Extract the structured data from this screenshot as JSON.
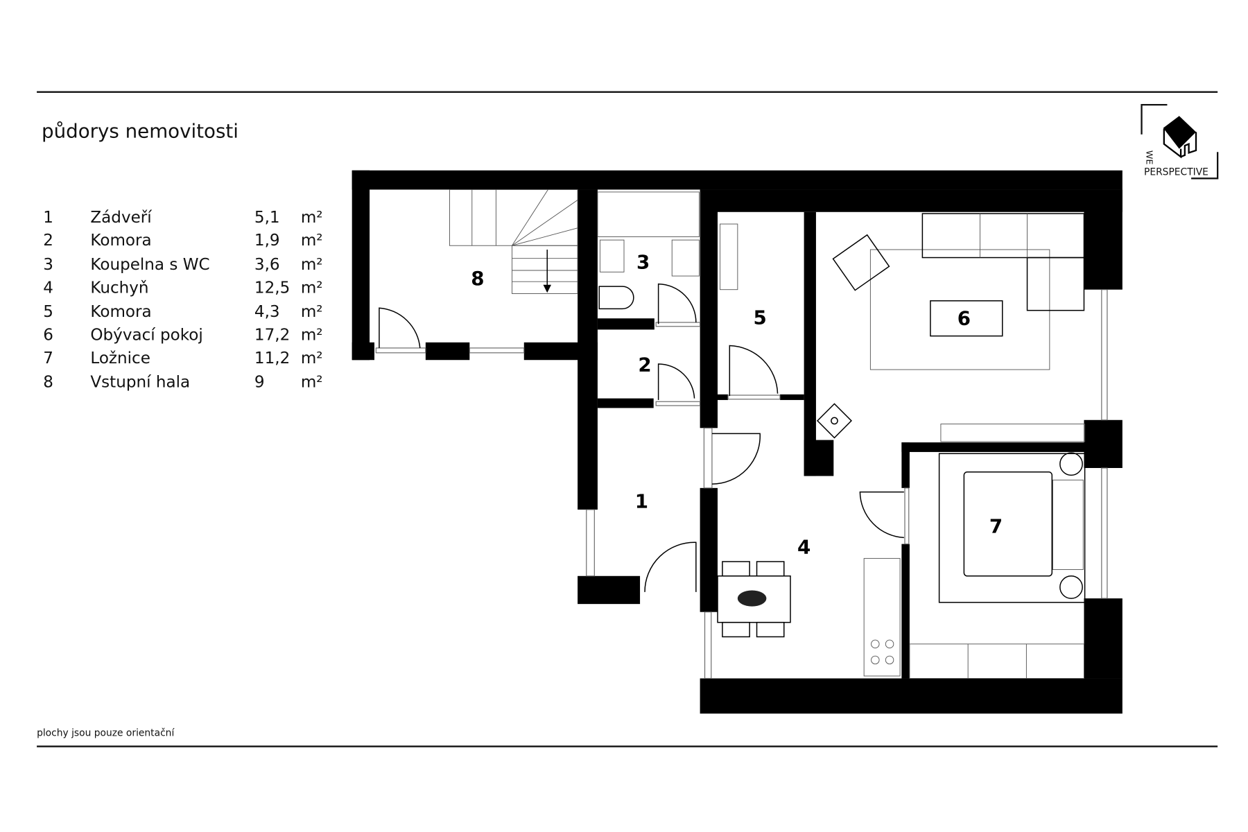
{
  "title": "půdorys nemovitosti",
  "footnote": "plochy jsou pouze orientační",
  "logo": {
    "text_top": "WE",
    "text_bottom": "PERSPECTIVE"
  },
  "unit": "m²",
  "rooms": [
    {
      "no": "1",
      "name": "Zádveří",
      "area": "5,1"
    },
    {
      "no": "2",
      "name": "Komora",
      "area": "1,9"
    },
    {
      "no": "3",
      "name": "Koupelna s WC",
      "area": "3,6"
    },
    {
      "no": "4",
      "name": "Kuchyň",
      "area": "12,5"
    },
    {
      "no": "5",
      "name": "Komora",
      "area": "4,3"
    },
    {
      "no": "6",
      "name": "Obývací pokoj",
      "area": "17,2"
    },
    {
      "no": "7",
      "name": "Ložnice",
      "area": "11,2"
    },
    {
      "no": "8",
      "name": "Vstupní hala",
      "area": "9"
    }
  ]
}
